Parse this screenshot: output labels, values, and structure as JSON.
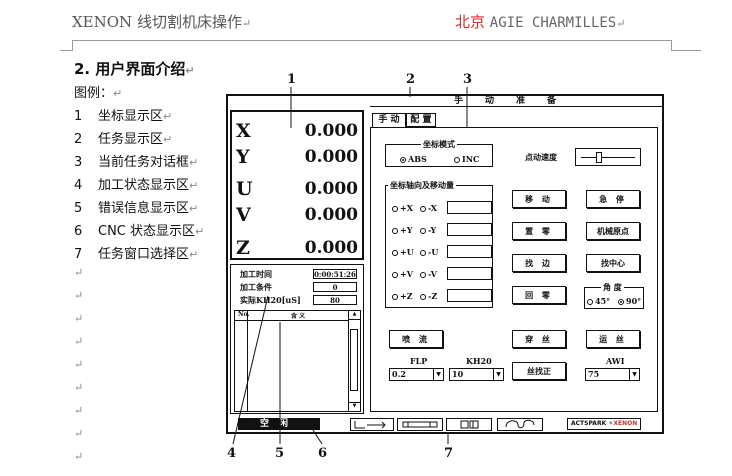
{
  "header": {
    "left": "XENON 线切割机床操作",
    "right_city": "北京",
    "right_brand": "AGIE CHARMILLES",
    "para": "↵"
  },
  "section_title": "2.  用户界面介绍",
  "figure_label": "图例：",
  "legend": [
    {
      "num": "1",
      "label": "坐标显示区"
    },
    {
      "num": "2",
      "label": "任务显示区"
    },
    {
      "num": "3",
      "label": "当前任务对话框"
    },
    {
      "num": "4",
      "label": "加工状态显示区"
    },
    {
      "num": "5",
      "label": "错误信息显示区"
    },
    {
      "num": "6",
      "label": "CNC 状态显示区"
    },
    {
      "num": "7",
      "label": "任务窗口选择区"
    }
  ],
  "callouts": [
    "1",
    "2",
    "3",
    "4",
    "5",
    "6",
    "7"
  ],
  "window": {
    "title": "手动准备",
    "axes": [
      {
        "axis": "X",
        "value": "0.000"
      },
      {
        "axis": "Y",
        "value": "0.000"
      },
      {
        "axis": "U",
        "value": "0.000"
      },
      {
        "axis": "V",
        "value": "0.000"
      },
      {
        "axis": "Z",
        "value": "0.000"
      }
    ],
    "status": [
      {
        "label": "加工时间",
        "value": "0:00:51:26"
      },
      {
        "label": "加工条件",
        "value": "0"
      },
      {
        "label": "实际KH20[uS]",
        "value": "80"
      }
    ],
    "msg_head_no": "No.",
    "msg_head_text": "含 义",
    "cnc_state": "空闲",
    "tabs": [
      "手 动",
      "配 置"
    ],
    "coord_mode": {
      "title": "坐标模式",
      "abs": "ABS",
      "inc": "INC"
    },
    "jog_speed": "点动速度",
    "axis_move": {
      "title": "坐标轴向及移动量",
      "rows": [
        [
          "+X",
          "-X"
        ],
        [
          "+Y",
          "-Y"
        ],
        [
          "+U",
          "-U"
        ],
        [
          "+V",
          "-V"
        ],
        [
          "+Z",
          "-Z"
        ]
      ]
    },
    "buttons": {
      "move": "移 动",
      "estop": "急 停",
      "zero": "置 零",
      "machine_origin": "机械原点",
      "edge": "找 边",
      "center": "找中心",
      "home": "回 零",
      "flush": "喷 流",
      "thread": "穿 丝",
      "feed": "运 丝",
      "wire_align": "丝找正"
    },
    "angle": {
      "title": "角 度",
      "opt1": "45°",
      "opt2": "90°"
    },
    "selects": {
      "flp_label": "FLP",
      "flp_value": "0.2",
      "kh_label": "KH20",
      "kh_value": "10",
      "awi_label": "AWI",
      "awi_value": "75"
    },
    "logo": {
      "brand1": "ACTSPARK",
      "brand2": "XENON"
    }
  }
}
